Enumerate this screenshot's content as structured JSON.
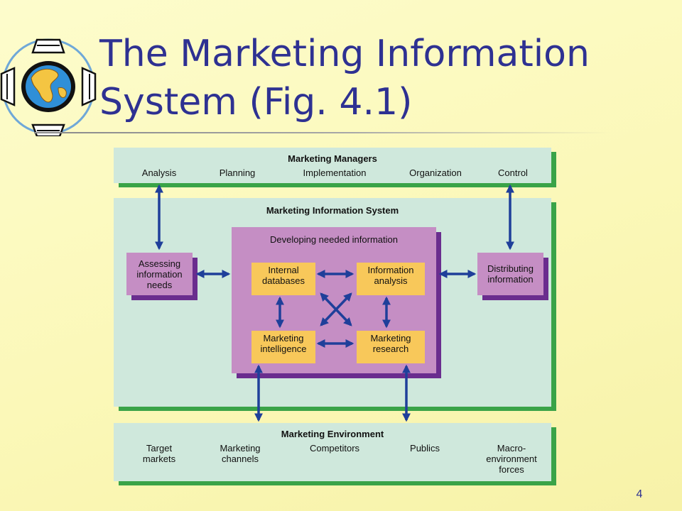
{
  "slide": {
    "title_line1": "The Marketing Information",
    "title_line2": "System (Fig. 4.1)",
    "page_number": "4",
    "logo_icon": "globe-computer-icon"
  },
  "diagram": {
    "managers": {
      "title": "Marketing Managers",
      "items": [
        "Analysis",
        "Planning",
        "Implementation",
        "Organization",
        "Control"
      ]
    },
    "mis": {
      "title": "Marketing Information System",
      "assessing_line1": "Assessing",
      "assessing_line2": "information",
      "assessing_line3": "needs",
      "developing_title": "Developing needed information",
      "internal_line1": "Internal",
      "internal_line2": "databases",
      "analysis_line1": "Information",
      "analysis_line2": "analysis",
      "intelligence_line1": "Marketing",
      "intelligence_line2": "intelligence",
      "research_line1": "Marketing",
      "research_line2": "research",
      "distributing_line1": "Distributing",
      "distributing_line2": "information"
    },
    "environment": {
      "title": "Marketing Environment",
      "target_line1": "Target",
      "target_line2": "markets",
      "channels_line1": "Marketing",
      "channels_line2": "channels",
      "competitors": "Competitors",
      "publics": "Publics",
      "macro_line1": "Macro-",
      "macro_line2": "environment",
      "macro_line3": "forces"
    },
    "colors": {
      "panel": "#cfe8dc",
      "panel_shadow": "#3aa348",
      "purple_box": "#c58ec4",
      "purple_shadow": "#6a2d8e",
      "yellow_box": "#f8c85a",
      "arrow": "#1f3f9a",
      "title": "#2e3192"
    }
  }
}
